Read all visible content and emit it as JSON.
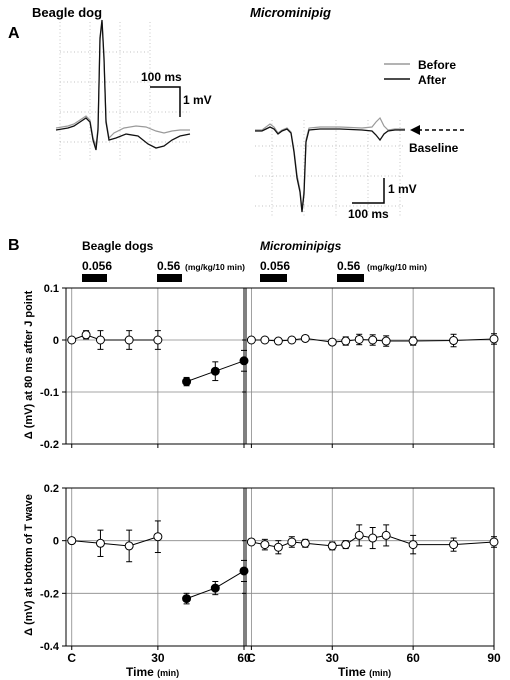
{
  "panel_a": {
    "letter": "A",
    "left_title": "Beagle dog",
    "right_title": "Microminipig",
    "scale_left_time": "100 ms",
    "scale_left_volt": "1 mV",
    "scale_right_volt": "1 mV",
    "scale_right_time": "100 ms",
    "legend_before": "Before",
    "legend_after": "After",
    "baseline_label": "Baseline"
  },
  "panel_b": {
    "letter": "B",
    "left_group": "Beagle dogs",
    "right_group": "Microminipigs",
    "dose_low": "0.056",
    "dose_high": "0.56",
    "dose_unit": "(mg/kg/10 min)",
    "ylabel_top": "Δ (mV) at 80 ms after J point",
    "ylabel_bottom": "Δ (mV) at bottom of T wave",
    "xlabel": "Time",
    "xlabel_unit": "(min)"
  },
  "chart_data": [
    {
      "type": "line",
      "panel": "beagle-j-point",
      "ylim": [
        -0.2,
        0.1
      ],
      "xlim": [
        -2,
        60
      ],
      "yticks": [
        "0.1",
        "0",
        "-0.1",
        "-0.2"
      ],
      "x_ticks": [
        "C",
        "30",
        "60"
      ],
      "series": [
        {
          "points": [
            {
              "x": 0,
              "y": 0,
              "err": 0
            },
            {
              "x": 5,
              "y": 0.01,
              "err": 0.008
            },
            {
              "x": 10,
              "y": 0,
              "err": 0.018
            },
            {
              "x": 20,
              "y": 0,
              "err": 0.018
            },
            {
              "x": 30,
              "y": 0,
              "err": 0.018
            }
          ]
        },
        {
          "points": [
            {
              "x": 40,
              "y": -0.08,
              "err": 0.008
            },
            {
              "x": 50,
              "y": -0.06,
              "err": 0.018
            },
            {
              "x": 60,
              "y": -0.04,
              "err": 0.02
            }
          ]
        }
      ]
    },
    {
      "type": "line",
      "panel": "microminipig-j-point",
      "ylim": [
        -0.2,
        0.1
      ],
      "xlim": [
        -2,
        90
      ],
      "yticks": [
        "0.1",
        "0",
        "-0.1",
        "-0.2"
      ],
      "x_ticks": [
        "C",
        "30",
        "60",
        "90"
      ],
      "series": [
        {
          "points": [
            {
              "x": 0,
              "y": 0,
              "err": 0
            },
            {
              "x": 5,
              "y": 0,
              "err": 0
            },
            {
              "x": 10,
              "y": -0.002,
              "err": 0.005
            },
            {
              "x": 15,
              "y": 0,
              "err": 0.005
            },
            {
              "x": 20,
              "y": 0.003,
              "err": 0.004
            },
            {
              "x": 30,
              "y": -0.004,
              "err": 0.005
            },
            {
              "x": 35,
              "y": -0.002,
              "err": 0.008
            },
            {
              "x": 40,
              "y": 0.001,
              "err": 0.01
            },
            {
              "x": 45,
              "y": 0,
              "err": 0.01
            },
            {
              "x": 50,
              "y": -0.002,
              "err": 0.01
            },
            {
              "x": 60,
              "y": -0.002,
              "err": 0.008
            },
            {
              "x": 75,
              "y": -0.001,
              "err": 0.012
            },
            {
              "x": 90,
              "y": 0.002,
              "err": 0.01
            }
          ]
        }
      ]
    },
    {
      "type": "line",
      "panel": "beagle-t-wave",
      "ylim": [
        -0.4,
        0.2
      ],
      "xlim": [
        -2,
        60
      ],
      "yticks": [
        "0.2",
        "0",
        "-0.2",
        "-0.4"
      ],
      "x_ticks": [
        "C",
        "30",
        "60"
      ],
      "series": [
        {
          "points": [
            {
              "x": 0,
              "y": 0,
              "err": 0
            },
            {
              "x": 10,
              "y": -0.01,
              "err": 0.05
            },
            {
              "x": 20,
              "y": -0.02,
              "err": 0.06
            },
            {
              "x": 30,
              "y": 0.015,
              "err": 0.06
            }
          ]
        },
        {
          "points": [
            {
              "x": 40,
              "y": -0.22,
              "err": 0.02
            },
            {
              "x": 50,
              "y": -0.18,
              "err": 0.025
            },
            {
              "x": 60,
              "y": -0.115,
              "err": 0.04
            }
          ]
        }
      ]
    },
    {
      "type": "line",
      "panel": "microminipig-t-wave",
      "ylim": [
        -0.4,
        0.2
      ],
      "xlim": [
        -2,
        90
      ],
      "yticks": [
        "0.2",
        "0",
        "-0.2",
        "-0.4"
      ],
      "x_ticks": [
        "C",
        "30",
        "60",
        "90"
      ],
      "series": [
        {
          "points": [
            {
              "x": 0,
              "y": -0.005,
              "err": 0
            },
            {
              "x": 5,
              "y": -0.015,
              "err": 0.02
            },
            {
              "x": 10,
              "y": -0.025,
              "err": 0.025
            },
            {
              "x": 15,
              "y": -0.005,
              "err": 0.02
            },
            {
              "x": 20,
              "y": -0.01,
              "err": 0.015
            },
            {
              "x": 30,
              "y": -0.02,
              "err": 0.015
            },
            {
              "x": 35,
              "y": -0.015,
              "err": 0.015
            },
            {
              "x": 40,
              "y": 0.02,
              "err": 0.04
            },
            {
              "x": 45,
              "y": 0.01,
              "err": 0.04
            },
            {
              "x": 50,
              "y": 0.02,
              "err": 0.04
            },
            {
              "x": 60,
              "y": -0.015,
              "err": 0.035
            },
            {
              "x": 75,
              "y": -0.015,
              "err": 0.025
            },
            {
              "x": 90,
              "y": -0.005,
              "err": 0.02
            }
          ]
        }
      ]
    }
  ]
}
